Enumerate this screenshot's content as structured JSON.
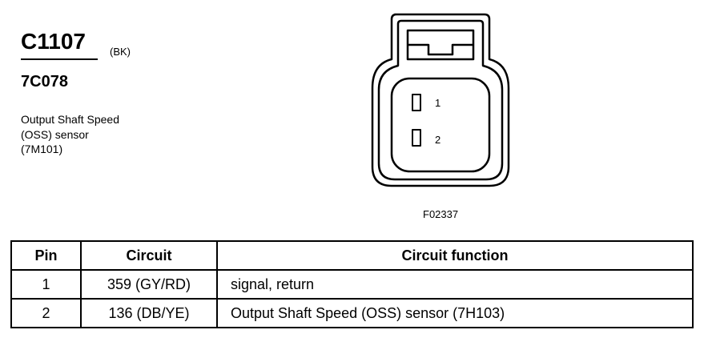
{
  "connector": {
    "id": "C1107",
    "color_code": "(BK)",
    "part_number": "7C078",
    "description": [
      "Output Shaft Speed",
      "(OSS) sensor",
      "(7M101)"
    ],
    "pin_labels": [
      "1",
      "2"
    ],
    "figure_code": "F02337"
  },
  "table": {
    "headers": [
      "Pin",
      "Circuit",
      "Circuit function"
    ],
    "rows": [
      {
        "pin": "1",
        "circuit": "359 (GY/RD)",
        "function": "signal, return"
      },
      {
        "pin": "2",
        "circuit": "136 (DB/YE)",
        "function": "Output Shaft Speed (OSS) sensor (7H103)"
      }
    ]
  }
}
